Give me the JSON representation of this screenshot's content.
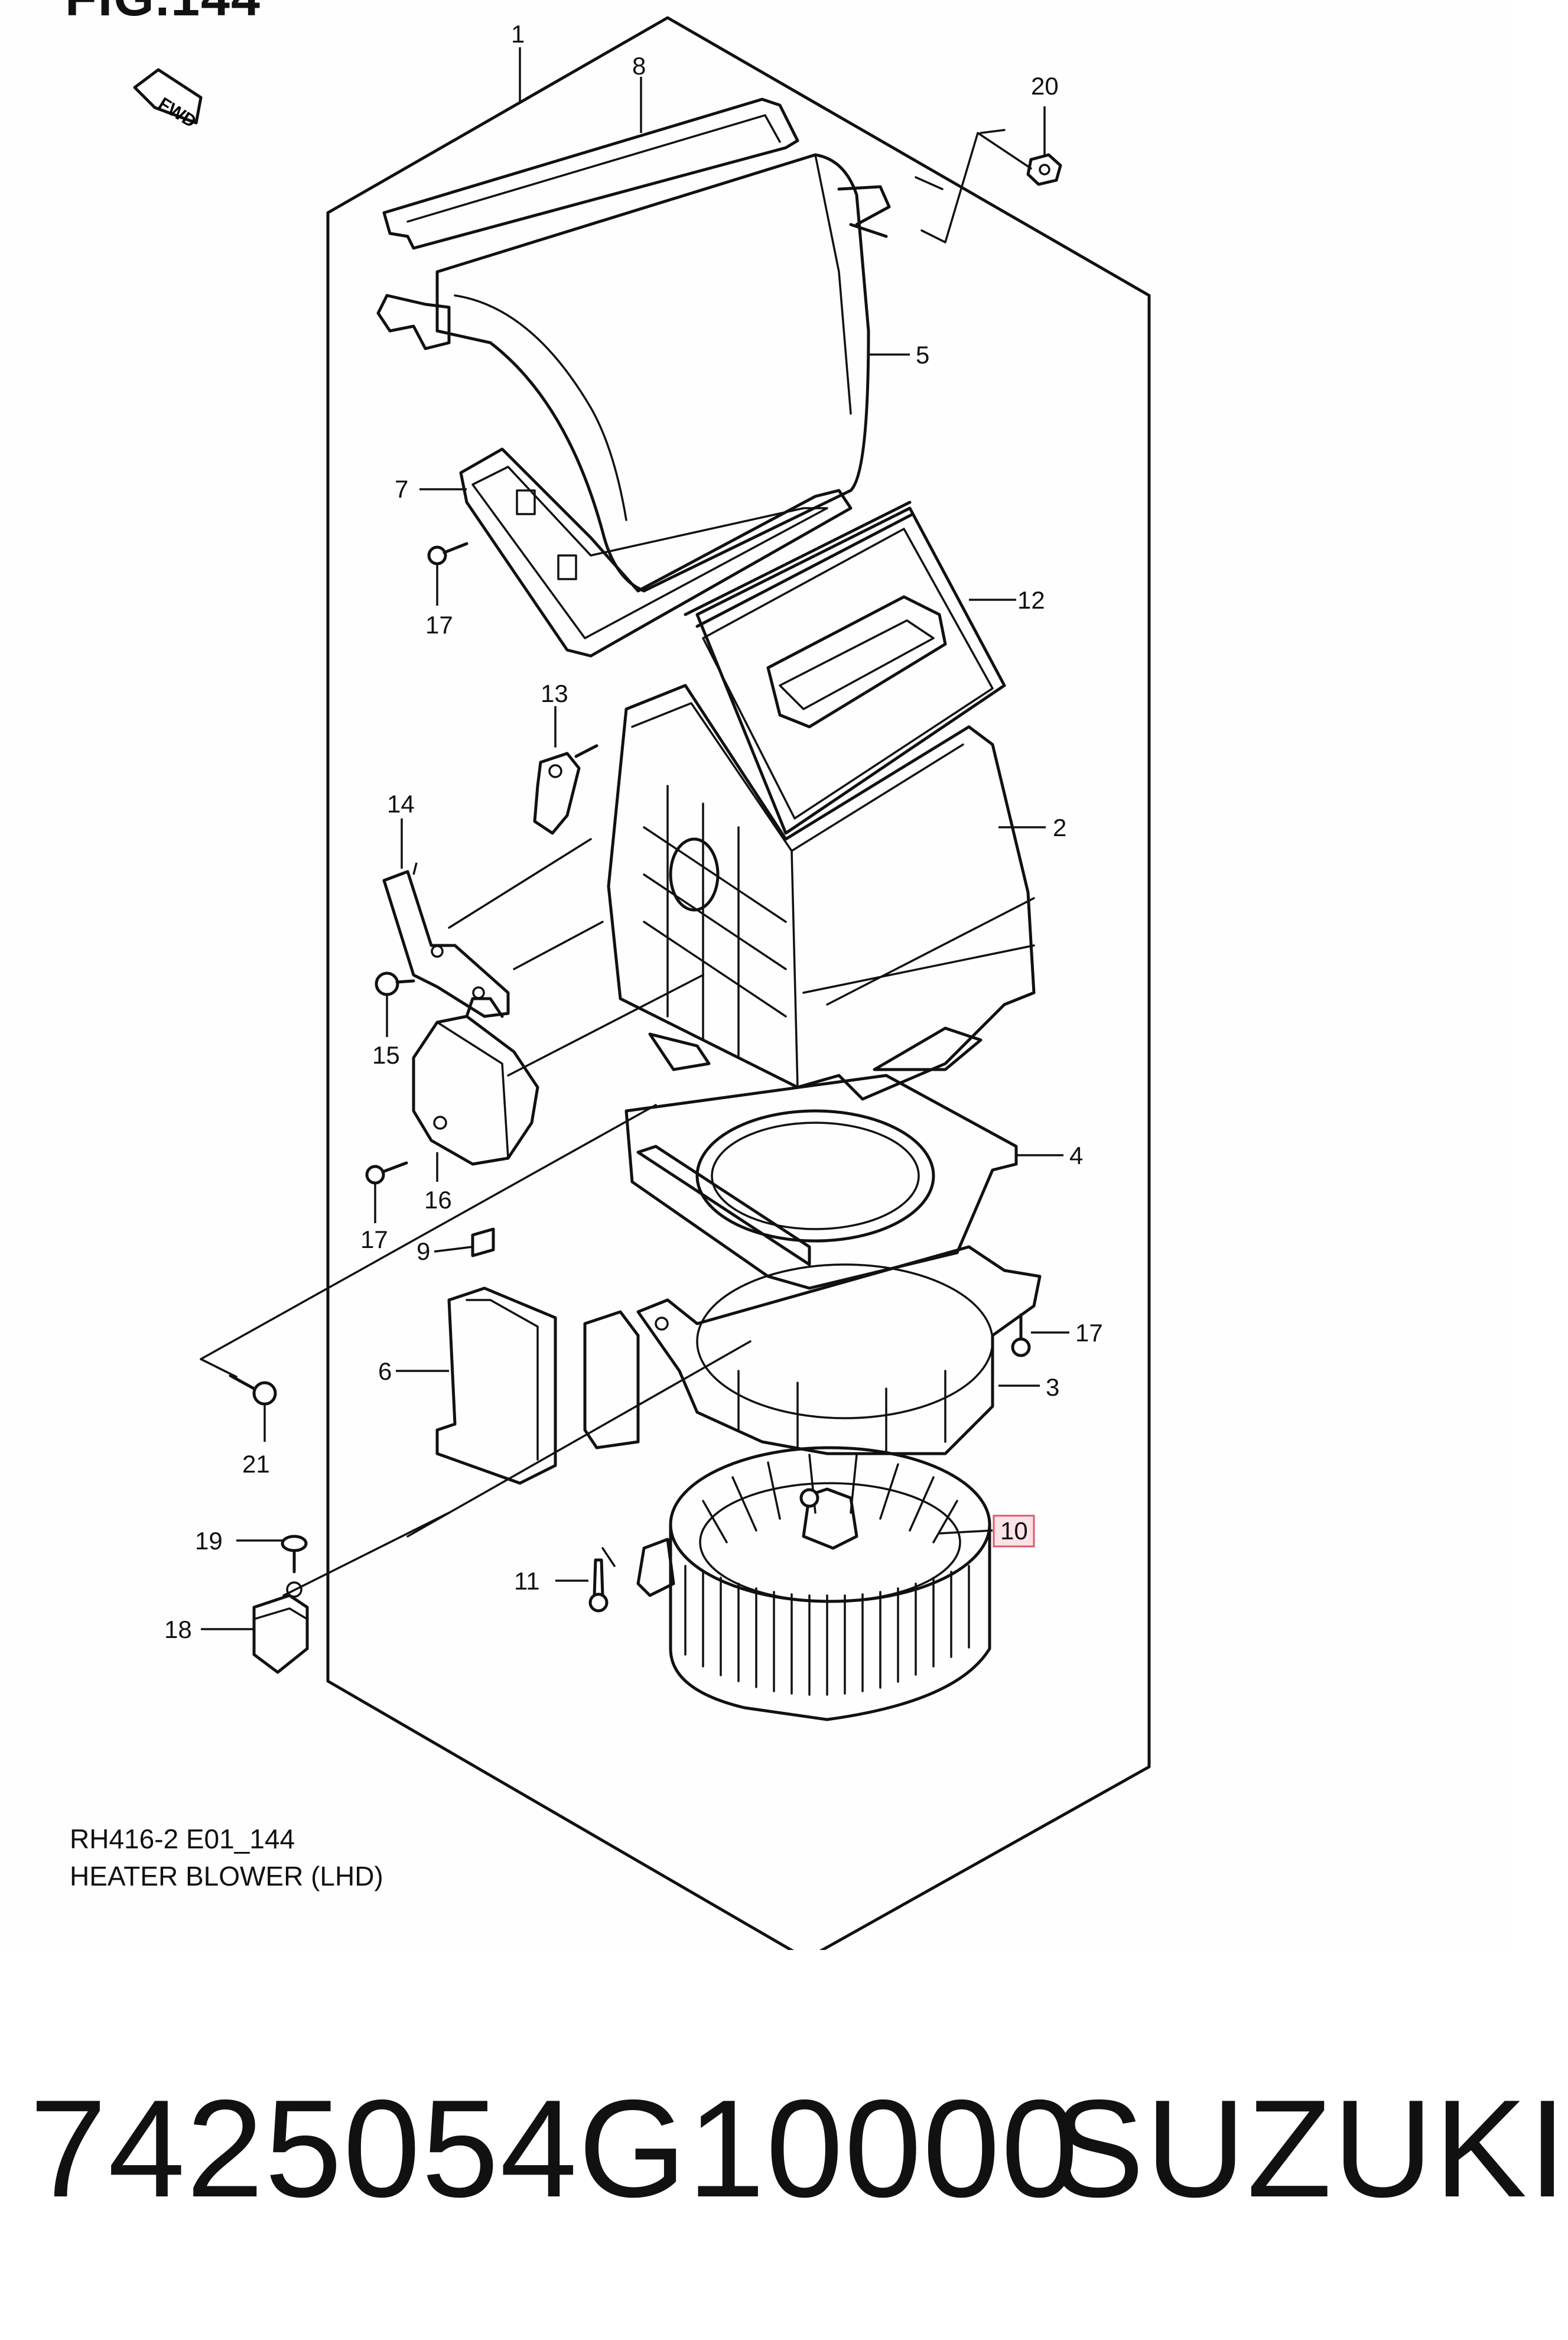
{
  "figure": {
    "title": "FIG.144",
    "fwd_label": "FWD",
    "code": "RH416-2 E01_144",
    "name": "HEATER BLOWER (LHD)"
  },
  "callouts": {
    "c1": "1",
    "c2": "2",
    "c3": "3",
    "c4": "4",
    "c5": "5",
    "c6": "6",
    "c7": "7",
    "c8": "8",
    "c9": "9",
    "c10": "10",
    "c11": "11",
    "c12": "12",
    "c13": "13",
    "c14": "14",
    "c15": "15",
    "c16": "16",
    "c17a": "17",
    "c17b": "17",
    "c17c": "17",
    "c18": "18",
    "c19": "19",
    "c20": "20",
    "c21": "21"
  },
  "highlight_color": "#e05a6a",
  "listing": {
    "part_number": "7425054G10000",
    "brand": "SUZUKI"
  }
}
